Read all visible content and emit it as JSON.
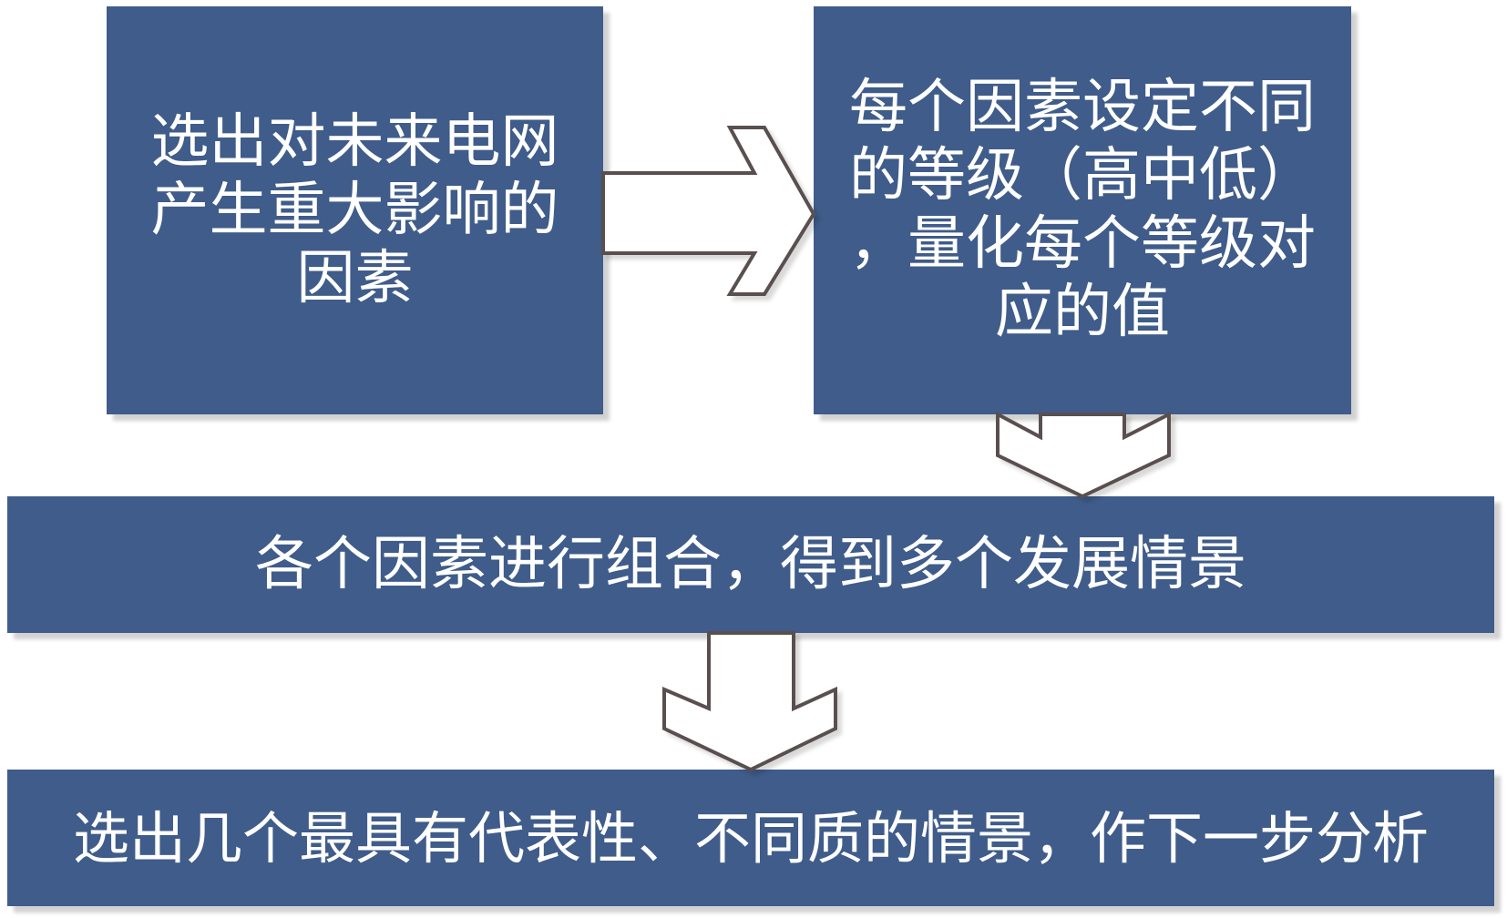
{
  "steps": [
    {
      "text": "选出对未来电网\n产生重大影响的\n因素"
    },
    {
      "text": "每个因素设定不同\n的等级（高中低）\n，量化每个等级对\n应的值"
    },
    {
      "text": "各个因素进行组合，得到多个发展情景"
    },
    {
      "text": "选出几个最具有代表性、不同质的情景，作下一步分析"
    }
  ],
  "colors": {
    "box_fill": "#3f5c8a",
    "box_text": "#ffffff",
    "arrow_fill": "#ffffff",
    "arrow_stroke": "#5a5050"
  }
}
